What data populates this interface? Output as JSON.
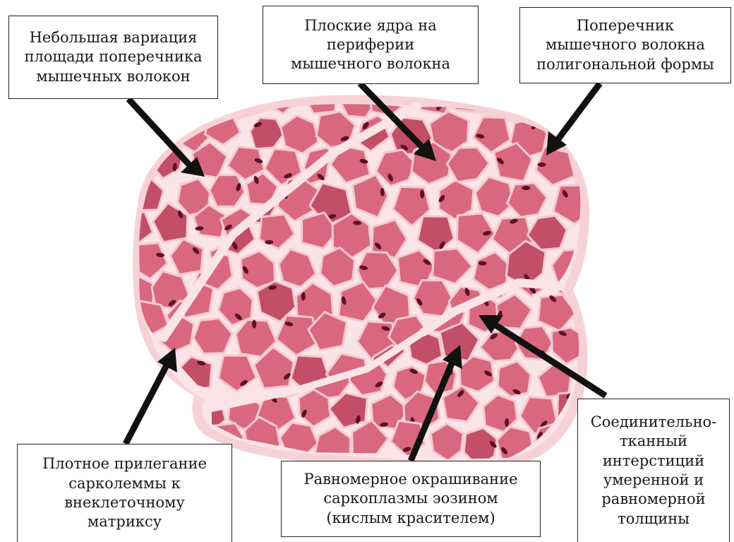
{
  "colors": {
    "halo": "#f6d2d8",
    "interstitium": "#fbe4e8",
    "fiber": "#d9687e",
    "fiber_dark": "#c24f66",
    "fiber_stroke": "#f3c9d1",
    "nucleus": "#5e0f26",
    "arrow": "#111111",
    "box_border": "#222222"
  },
  "labels": {
    "fiber_area_variation": [
      "Небольшая вариация",
      "площади поперечника",
      "мышечных волокон"
    ],
    "peripheral_nuclei": [
      "Плоские ядра на",
      "периферии",
      "мышечного волокна"
    ],
    "polygonal_shape": [
      "Поперечник",
      "мышечного волокна",
      "полигональной формы"
    ],
    "sarcolemma_contact": [
      "Плотное прилегание",
      "сарколеммы к",
      "внеклеточному",
      "матриксу"
    ],
    "eosin_staining": [
      "Равномерное окрашивание",
      "саркоплазмы эозином",
      "(кислым красителем)"
    ],
    "connective_interstitium": [
      "Соединительно-",
      "тканный",
      "интерстиций",
      "умеренной и",
      "равномерной",
      "толщины"
    ]
  }
}
